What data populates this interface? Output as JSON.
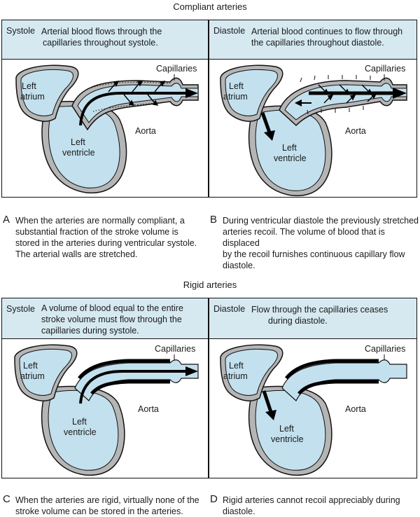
{
  "compliant": {
    "title": "Compliant arteries",
    "panels": [
      {
        "phase": "Systole",
        "header_lines": [
          "Arterial blood flows through the",
          "capillaries throughout systole."
        ],
        "atrium_label": [
          "Left",
          "atrium"
        ],
        "ventricle_label": [
          "Left",
          "ventricle"
        ],
        "aorta_label": "Aorta",
        "capillaries_label": "Capillaries"
      },
      {
        "phase": "Diastole",
        "header_lines": [
          "Arterial blood continues to flow through",
          "the capillaries throughout diastole."
        ],
        "atrium_label": [
          "Left",
          "atrium"
        ],
        "ventricle_label": [
          "Left",
          "ventricle"
        ],
        "aorta_label": "Aorta",
        "capillaries_label": "Capillaries"
      }
    ],
    "captions": [
      {
        "letter": "A",
        "lines": [
          "When the arteries are normally compliant, a",
          "substantial fraction of the stroke volume is",
          "stored in the arteries during ventricular systole.",
          "The arterial walls are stretched."
        ]
      },
      {
        "letter": "B",
        "lines": [
          "During ventricular diastole the previously stretched",
          "arteries recoil. The volume of blood that is displaced",
          "by the recoil furnishes continuous capillary flow",
          "diastole."
        ]
      }
    ]
  },
  "rigid": {
    "title": "Rigid arteries",
    "panels": [
      {
        "phase": "Systole",
        "header_lines": [
          "A volume of blood equal to the entire",
          "stroke volume must flow through the",
          "capillaries during systole."
        ],
        "atrium_label": [
          "Left",
          "atrium"
        ],
        "ventricle_label": [
          "Left",
          "ventricle"
        ],
        "aorta_label": "Aorta",
        "capillaries_label": "Capillaries"
      },
      {
        "phase": "Diastole",
        "header_lines": [
          "Flow through the capillaries ceases",
          "during diastole."
        ],
        "atrium_label": [
          "Left",
          "atrium"
        ],
        "ventricle_label": [
          "Left",
          "ventricle"
        ],
        "aorta_label": "Aorta",
        "capillaries_label": "Capillaries"
      }
    ],
    "captions": [
      {
        "letter": "C",
        "lines": [
          "When the arteries are rigid, virtually none of the",
          "stroke volume can be stored in the arteries."
        ]
      },
      {
        "letter": "D",
        "lines": [
          "Rigid arteries cannot recoil appreciably during",
          "diastole."
        ]
      }
    ]
  },
  "colors": {
    "header_fill": "#d6e9f1",
    "blood_fill": "#c3e0ee",
    "wall_fill": "#b5b5b5",
    "outline": "#111111"
  }
}
